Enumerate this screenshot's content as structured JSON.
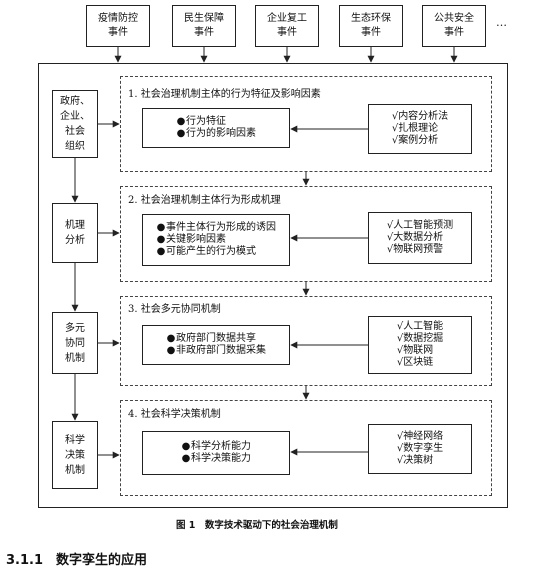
{
  "events": [
    "疫情防控\n事件",
    "民生保障\n事件",
    "企业复工\n事件",
    "生态环保\n事件",
    "公共安全\n事件"
  ],
  "events_ellipsis": "…",
  "subjects": [
    "政府、\n企业、\n社会\n组织",
    "机理\n分析",
    "多元\n协同\n机制",
    "科学\n决策\n机制"
  ],
  "sections": [
    {
      "title": "1. 社会治理机制主体的行为特征及影响因素",
      "items": [
        "行为特征",
        "行为的影响因素"
      ],
      "methods": [
        "内容分析法",
        "扎根理论",
        "案例分析"
      ]
    },
    {
      "title": "2. 社会治理机制主体行为形成机理",
      "items": [
        "事件主体行为形成的诱因",
        "关键影响因素",
        "可能产生的行为模式"
      ],
      "methods": [
        "人工智能预测",
        "大数据分析",
        "物联网预警"
      ]
    },
    {
      "title": "3. 社会多元协同机制",
      "items": [
        "政府部门数据共享",
        "非政府部门数据采集"
      ],
      "methods": [
        "人工智能",
        "数据挖掘",
        "物联网",
        "区块链"
      ]
    },
    {
      "title": "4. 社会科学决策机制",
      "items": [
        "科学分析能力",
        "科学决策能力"
      ],
      "methods": [
        "神经网络",
        "数字孪生",
        "决策树"
      ]
    }
  ],
  "bullet_mark": "●",
  "check_mark": "√",
  "caption": "图 1　数字技术驱动下的社会治理机制",
  "heading": "3.1.1　数字孪生的应用"
}
